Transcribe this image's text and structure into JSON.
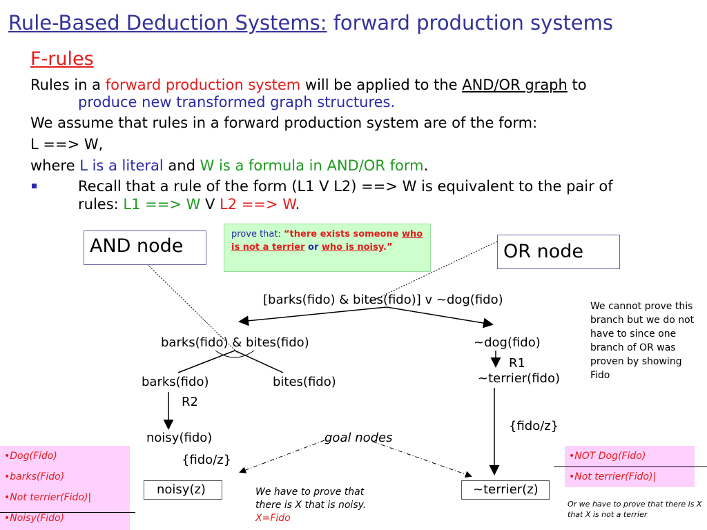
{
  "title": {
    "underlined": "Rule-Based Deduction Systems:",
    "rest": " forward production systems"
  },
  "section": "F-rules",
  "para1": {
    "a": "Rules in a ",
    "b": "forward production system",
    "c": " will be applied to the ",
    "d": "AND/OR graph",
    "e": " to",
    "f": "produce new  transformed graph structures."
  },
  "para2": "We assume that rules in a forward production system are of the form:",
  "para3": "L ==> W,",
  "para4": {
    "a": "where ",
    "b": "L is a literal",
    "c": " and ",
    "d": "W is a formula in AND/OR form",
    "e": "."
  },
  "bullet": {
    "line1": "Recall that a rule of the form (L1 V L2) ==> W is equivalent to the pair of",
    "a": "rules: ",
    "b": "L1 ==> W",
    "c": " V ",
    "d": "L2 ==> W",
    "e": "."
  },
  "and_node": "AND node",
  "or_node": "OR node",
  "prove": {
    "a": "prove that: ",
    "b": "“there exists someone ",
    "c": "who is not a terrier",
    "d": " or ",
    "e": "who is noisy",
    "f": ".”"
  },
  "tree": {
    "root": "[barks(fido) & bites(fido)] v ~dog(fido)",
    "and_branch": "barks(fido) & bites(fido)",
    "or_branch": "~dog(fido)",
    "barks": "barks(fido)",
    "bites": "bites(fido)",
    "r2": "R2",
    "r1": "R1",
    "terrier_fido": "~terrier(fido)",
    "noisy_fido": "noisy(fido)",
    "subst_left": "{fido/z}",
    "subst_right": "{fido/z}",
    "goal_nodes": "goal nodes",
    "noisy_z": "noisy(z)",
    "terrier_z": "~terrier(z)"
  },
  "right_note": "We cannot prove this branch but we do not have to since one branch of OR was proven by showing Fido",
  "left_facts": [
    "•Dog(Fido)",
    "•barks(Fido)",
    "•Not terrier(Fido)|",
    "•Noisy(Fido)"
  ],
  "right_facts": [
    "•NOT Dog(Fido)",
    "•Not terrier(Fido)|"
  ],
  "bottom_note": {
    "a": "We have to prove that there is X that is noisy.",
    "b": "X=Fido"
  },
  "bottom_right_note": "Or we have to prove that there is X that X is not a terrier"
}
